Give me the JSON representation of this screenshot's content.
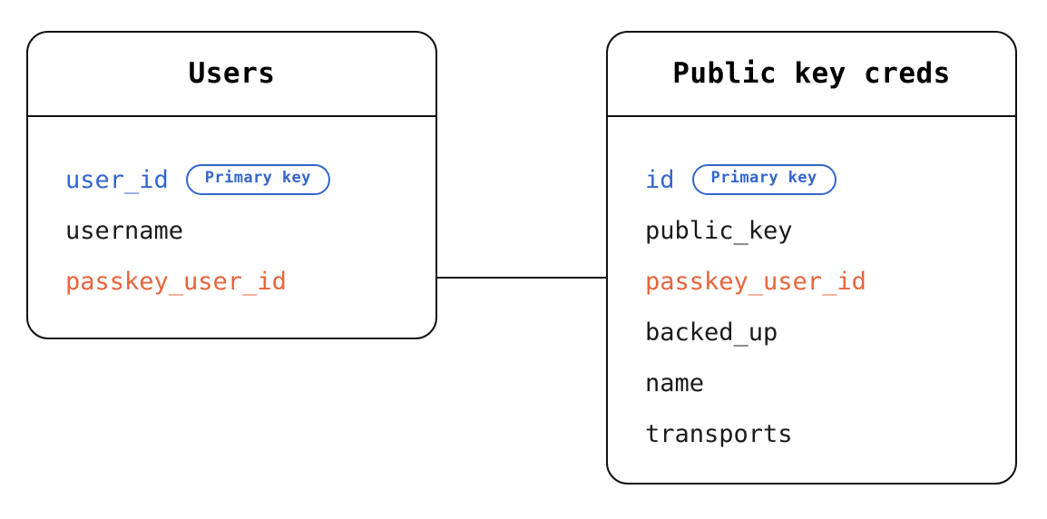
{
  "diagram": {
    "type": "entity-relationship-diagram",
    "background_color": "#ffffff",
    "colors": {
      "border": "#111111",
      "text": "#1a1a1a",
      "primary_key": "#3366cc",
      "foreign_key": "#e8643c",
      "badge_border": "#3366cc",
      "badge_text": "#3366cc"
    }
  },
  "entities": [
    {
      "id": "users",
      "title": "Users",
      "fields": [
        {
          "name": "user_id",
          "role": "primary_key",
          "badge": "Primary key"
        },
        {
          "name": "username",
          "role": "normal",
          "badge": null
        },
        {
          "name": "passkey_user_id",
          "role": "foreign_key",
          "badge": null
        }
      ]
    },
    {
      "id": "public_key_creds",
      "title": "Public key creds",
      "fields": [
        {
          "name": "id",
          "role": "primary_key",
          "badge": "Primary key"
        },
        {
          "name": "public_key",
          "role": "normal",
          "badge": null
        },
        {
          "name": "passkey_user_id",
          "role": "foreign_key",
          "badge": null
        },
        {
          "name": "backed_up",
          "role": "normal",
          "badge": null
        },
        {
          "name": "name",
          "role": "normal",
          "badge": null
        },
        {
          "name": "transports",
          "role": "normal",
          "badge": null
        }
      ]
    }
  ],
  "relationships": [
    {
      "from_entity": "users",
      "from_field": "passkey_user_id",
      "to_entity": "public_key_creds",
      "to_field": "passkey_user_id",
      "style": "straight-line"
    }
  ]
}
